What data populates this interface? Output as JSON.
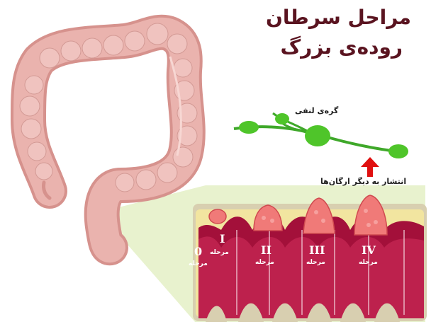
{
  "title": {
    "line1": "مراحل سرطان",
    "line2": "روده‌ی بزرگ"
  },
  "labels": {
    "lymph_node": "گره‌ی لنفی",
    "spread": "انتشار به دیگر ارگان‌ها"
  },
  "stages": [
    {
      "numeral": "0",
      "label": "مرحله"
    },
    {
      "numeral": "I",
      "label": "مرحله"
    },
    {
      "numeral": "II",
      "label": "مرحله"
    },
    {
      "numeral": "III",
      "label": "مرحله"
    },
    {
      "numeral": "IV",
      "label": "مرحله"
    }
  ],
  "colors": {
    "colon": "#eab3ae",
    "colon_shadow": "#d6928d",
    "lymph": "#4fc52a",
    "wall": "#a3103a",
    "tissue": "#d8cfb0",
    "tumor": "#f07a78",
    "arrow": "#e01010",
    "title": "#5a1420"
  }
}
